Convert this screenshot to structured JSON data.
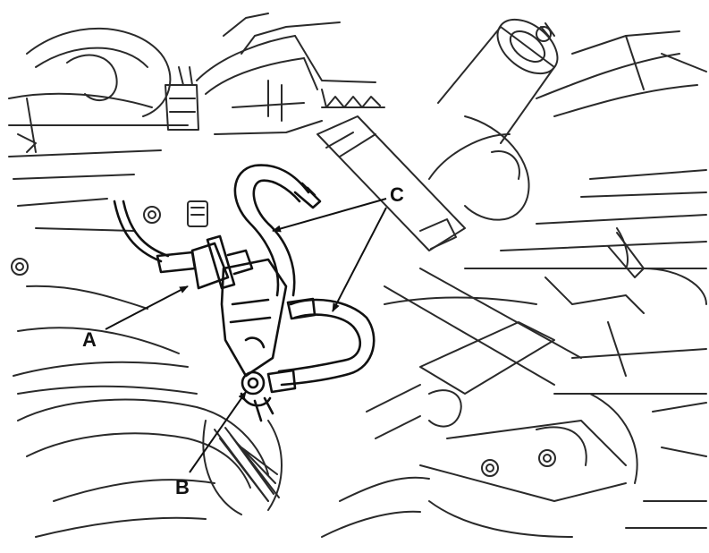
{
  "figure": {
    "background": "#ffffff",
    "line_color": "#1a1a1a",
    "callouts": [
      {
        "id": "A",
        "label": "A"
      },
      {
        "id": "B",
        "label": "B"
      },
      {
        "id": "C",
        "label": "C"
      }
    ]
  }
}
